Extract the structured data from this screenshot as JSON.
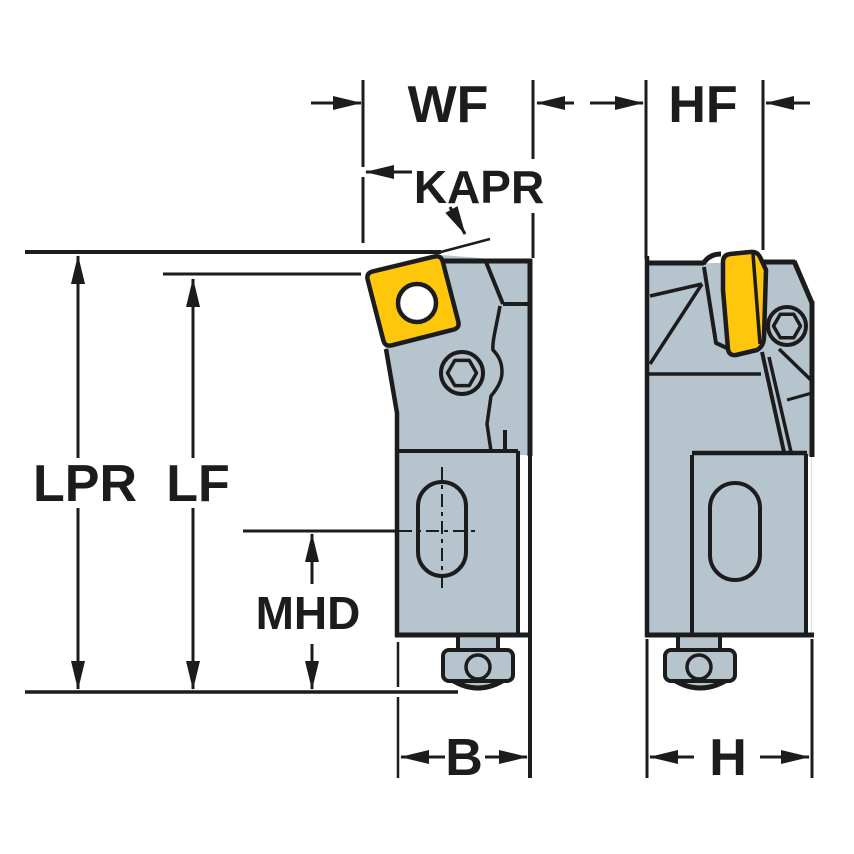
{
  "drawing": {
    "kind": "toolholder-dimension-drawing",
    "views": {
      "front_view": "toolholder-front-view",
      "side_view": "toolholder-side-view"
    }
  },
  "dimension_labels": {
    "wf": "WF",
    "hf": "HF",
    "kapr": "KAPR",
    "lpr": "LPR",
    "lf": "LF",
    "mhd": "MHD",
    "b": "B",
    "h": "H"
  },
  "colors": {
    "holder_body": "#b6c4ce",
    "insert_yellow": "#fec70c",
    "outline": "#1c1c1c",
    "background": "#ffffff",
    "insert_hole": "#ffffff"
  }
}
